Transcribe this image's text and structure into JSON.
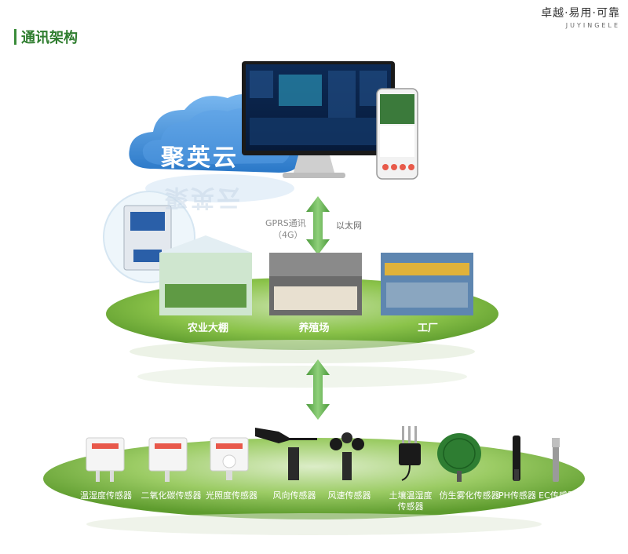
{
  "brand": {
    "main": "卓越·易用·可靠",
    "sub": "JUYINGELE"
  },
  "section_title": "通讯架构",
  "cloud": {
    "label": "聚英云"
  },
  "link_top": {
    "gprs": "GPRS通讯",
    "gprs_sub": "（4G）",
    "ethernet": "以太网"
  },
  "sites": [
    {
      "label": "农业大棚"
    },
    {
      "label": "养殖场"
    },
    {
      "label": "工厂"
    }
  ],
  "sensors": [
    {
      "label": "温湿度传感器"
    },
    {
      "label": "二氧化碳传感器"
    },
    {
      "label": "光照度传感器"
    },
    {
      "label": "风向传感器"
    },
    {
      "label": "风速传感器"
    },
    {
      "label": "土壤温湿度",
      "label2": "传感器"
    },
    {
      "label": "仿生雾化传感器"
    },
    {
      "label": "PH传感器"
    },
    {
      "label": "EC传感器"
    }
  ],
  "colors": {
    "accent": "#3a8c3a",
    "platform": "#7cb342",
    "cloud": "#3d8bd8",
    "arrow": "#5aa845"
  }
}
